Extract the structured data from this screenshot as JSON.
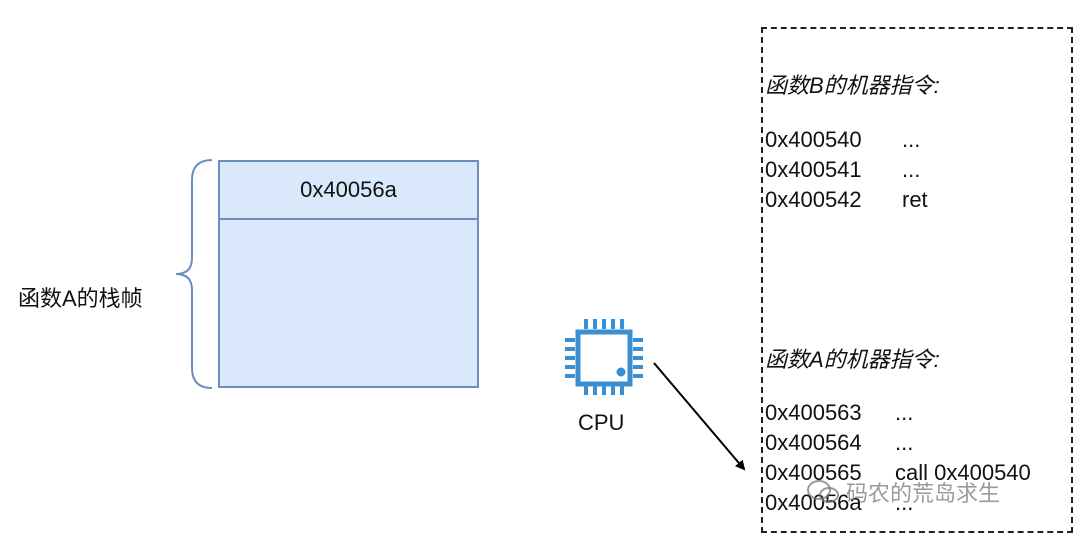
{
  "stack": {
    "label": "函数A的栈帧",
    "top_value": "0x40056a"
  },
  "cpu": {
    "label": "CPU",
    "icon": "cpu-chip-icon"
  },
  "memory": {
    "func_b": {
      "title": "函数B的机器指令:",
      "instructions": [
        {
          "addr": "0x400540",
          "op": "..."
        },
        {
          "addr": "0x400541",
          "op": "..."
        },
        {
          "addr": "0x400542",
          "op": "ret"
        }
      ]
    },
    "func_a": {
      "title": "函数A的机器指令:",
      "instructions": [
        {
          "addr": "0x400563",
          "op": "..."
        },
        {
          "addr": "0x400564",
          "op": "..."
        },
        {
          "addr": "0x400565",
          "op": "call 0x400540"
        },
        {
          "addr": "0x40056a",
          "op": "..."
        }
      ]
    }
  },
  "watermark": {
    "text": "码农的荒岛求生",
    "icon": "wechat-icon"
  },
  "colors": {
    "stack_fill": "#dae8fc",
    "stack_border": "#6c8ebf",
    "cpu_blue": "#3a8fd1"
  }
}
